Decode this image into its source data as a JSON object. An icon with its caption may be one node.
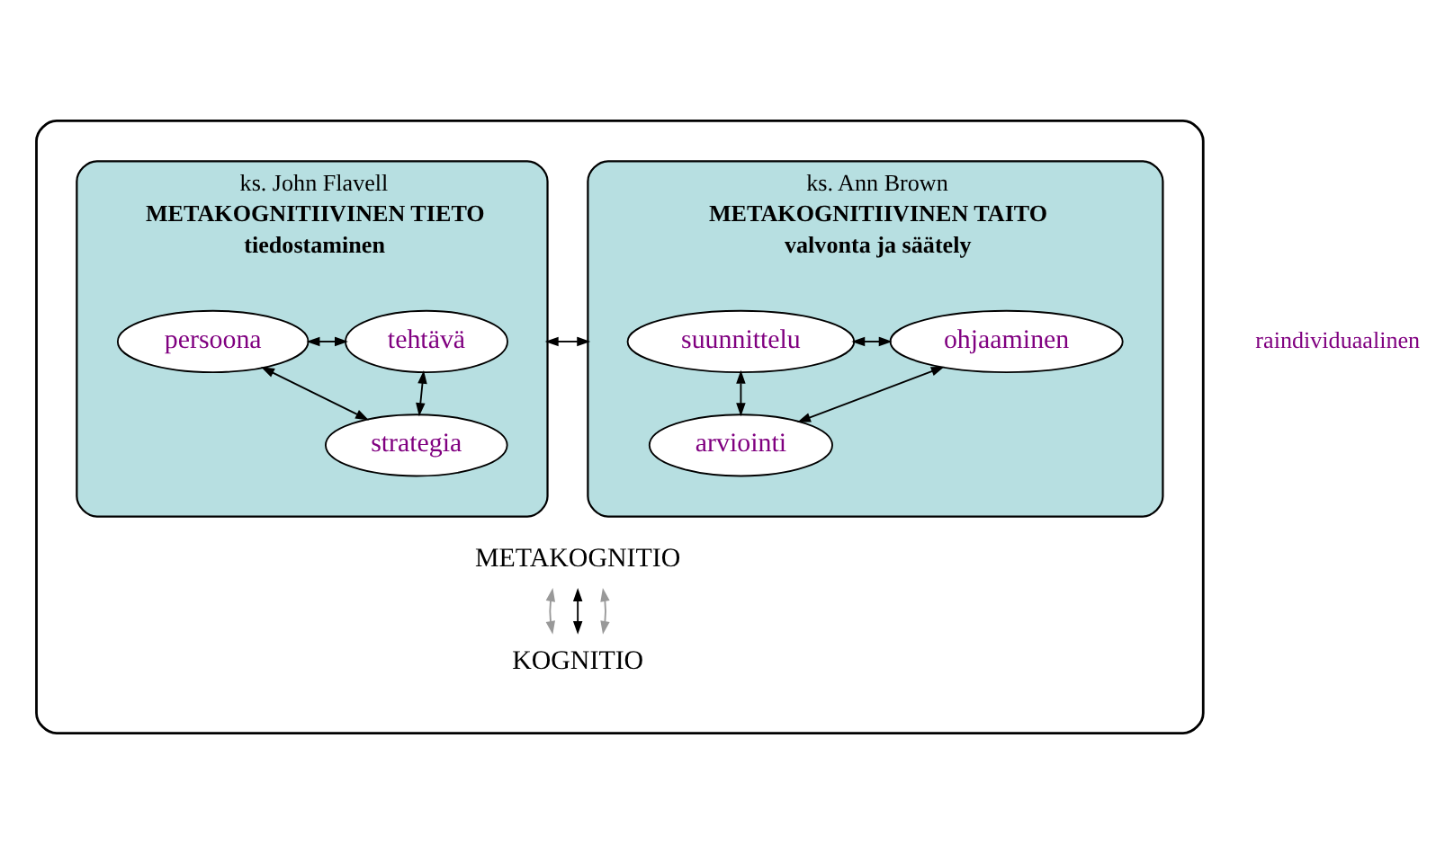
{
  "diagram": {
    "nodes": [
      {
        "text": [],
        "shape": "ellipse"
      },
      {
        "text": [
          "METAKOGNITIIVINEN TIETO",
          "tiedostaminen"
        ],
        "in": 0,
        "beside": [
          "ks. John Flavell"
        ]
      },
      {
        "text": [
          "persoona"
        ],
        "in": 1
      },
      {
        "text": [
          "tehtävä"
        ],
        "in": 1
      },
      {
        "text": [
          "strategia"
        ],
        "in": 1
      },
      {
        "text": [
          "METAKOGNITIIVINEN TAITO",
          "valvonta ja säätely"
        ],
        "in": 0,
        "beside": [
          "ks. Ann Brown"
        ]
      },
      {
        "text": [
          "suunnittelu"
        ],
        "in": 5
      },
      {
        "text": [
          "ohjaaminen"
        ],
        "in": 5
      },
      {
        "text": [
          "arviointi"
        ],
        "in": 5
      },
      {
        "text": [
          "METAKOGNITIO"
        ],
        "in": 0
      },
      {
        "text": [
          "KOGNITIO"
        ],
        "in": 0
      }
    ],
    "edges": [
      {
        "from": 2,
        "to": 3,
        "arrow": "both"
      },
      {
        "from": 2,
        "to": 4,
        "arrow": "both"
      },
      {
        "from": 3,
        "to": 4,
        "arrow": "both"
      },
      {
        "from": 1,
        "to": 5,
        "arrow": "both"
      },
      {
        "from": 6,
        "to": 7,
        "arrow": "both"
      },
      {
        "from": 6,
        "to": 8,
        "arrow": "both"
      },
      {
        "from": 7,
        "to": 8,
        "arrow": "both"
      },
      {
        "from": 9,
        "to": 10,
        "arrow": "both",
        "color": "#999999"
      },
      {
        "from": 9,
        "to": 10,
        "arrow": "both"
      },
      {
        "from": 9,
        "to": 10,
        "arrow": "both",
        "color": "#999999"
      }
    ],
    "labels": [
      "raindividuaalinen"
    ]
  }
}
